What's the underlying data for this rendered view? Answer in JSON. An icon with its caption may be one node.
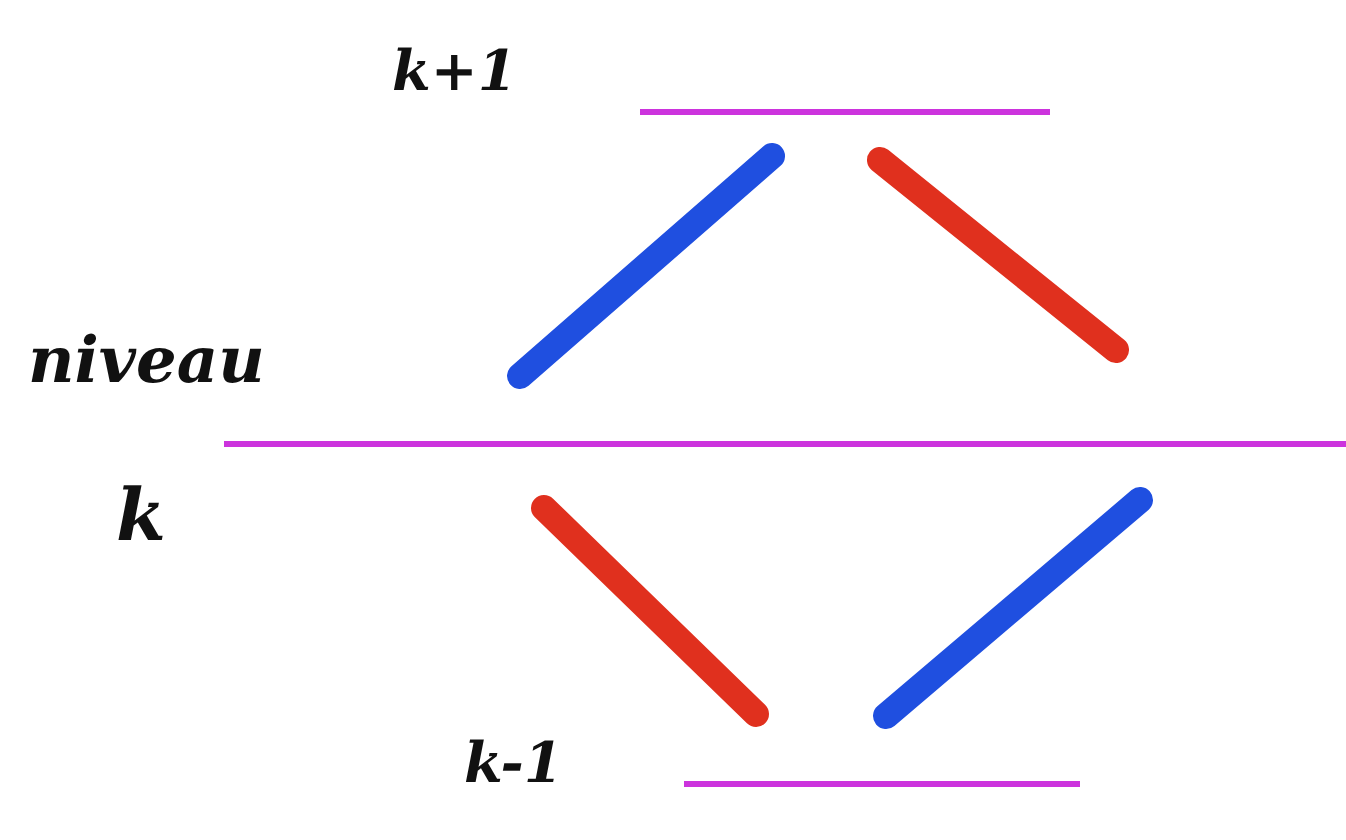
{
  "diagram": {
    "labels": [
      "k+1",
      "niveau",
      "k",
      "k-1"
    ]
  }
}
